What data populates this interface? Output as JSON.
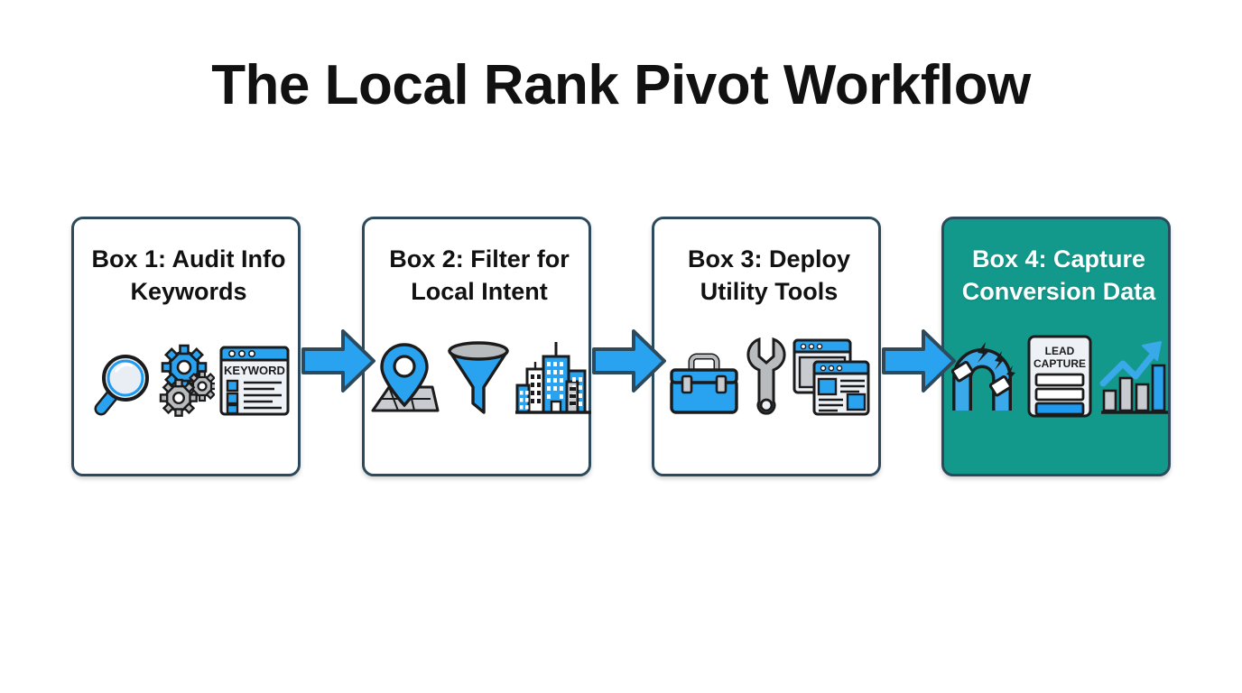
{
  "page": {
    "title": "The Local Rank Pivot Workflow",
    "background_color": "#ffffff"
  },
  "theme": {
    "box_border_color": "#2d4a5c",
    "box_fill_color": "#ffffff",
    "highlight_fill_color": "#12998b",
    "highlight_text_color": "#ffffff",
    "accent_blue": "#1e9bf0",
    "arrow_color": "#29a3f0",
    "gray_icon": "#b9bcbe",
    "text_color": "#111111"
  },
  "flow": {
    "steps": [
      {
        "id": "step-1",
        "label": "Box 1: Audit Info Keywords",
        "highlighted": false,
        "icons": [
          "magnifying-glass-icon",
          "gears-icon",
          "keyword-browser-icon"
        ],
        "icon_text": {
          "browser_heading": "KEYWORD"
        }
      },
      {
        "id": "step-2",
        "label": "Box 2: Filter for Local Intent",
        "highlighted": false,
        "icons": [
          "map-pin-icon",
          "funnel-icon",
          "city-buildings-icon"
        ],
        "icon_text": {}
      },
      {
        "id": "step-3",
        "label": "Box 3: Deploy Utility Tools",
        "highlighted": false,
        "icons": [
          "toolbox-icon",
          "wrench-icon",
          "browser-windows-icon"
        ],
        "icon_text": {}
      },
      {
        "id": "step-4",
        "label": "Box 4: Capture Conversion Data",
        "highlighted": true,
        "icons": [
          "magnet-icon",
          "lead-capture-form-icon",
          "growth-bar-chart-icon"
        ],
        "icon_text": {
          "form_line_1": "LEAD",
          "form_line_2": "CAPTURE"
        }
      }
    ],
    "connectors": [
      {
        "id": "arrow-1",
        "from": "step-1",
        "to": "step-2",
        "shape": "block-arrow-right"
      },
      {
        "id": "arrow-2",
        "from": "step-2",
        "to": "step-3",
        "shape": "block-arrow-right"
      },
      {
        "id": "arrow-3",
        "from": "step-3",
        "to": "step-4",
        "shape": "block-arrow-right"
      }
    ]
  }
}
